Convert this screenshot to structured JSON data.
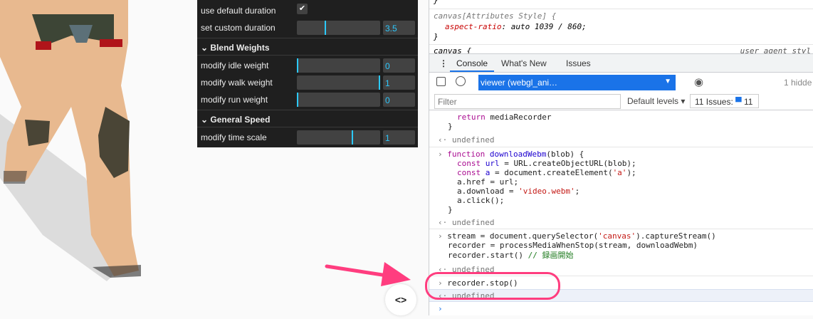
{
  "gui": {
    "rows": [
      {
        "label": "use default duration",
        "checked": true
      },
      {
        "label": "set custom duration",
        "value": "3.5",
        "fraction": 0.35
      }
    ],
    "groups": [
      {
        "title": "Blend Weights",
        "rows": [
          {
            "label": "modify idle weight",
            "value": "0",
            "fraction": 0
          },
          {
            "label": "modify walk weight",
            "value": "1",
            "fraction": 1
          },
          {
            "label": "modify run weight",
            "value": "0",
            "fraction": 0
          }
        ]
      },
      {
        "title": "General Speed",
        "rows": [
          {
            "label": "modify time scale",
            "value": "1",
            "fraction": 0.67
          }
        ]
      }
    ]
  },
  "styles": {
    "brace_close": "}",
    "selector1": "canvas[Attributes Style] {",
    "prop": "aspect-ratio",
    "propval": ": auto 1039 / 860;",
    "selector2": "canvas {",
    "ua": "user agent styl"
  },
  "devtools": {
    "tabs": [
      "Console",
      "What's New",
      "Issues"
    ],
    "context": "viewer (webgl_ani…",
    "hidden": "1 hidde",
    "filter_placeholder": "Filter",
    "levels": "Default levels ▾",
    "issues_label": "11 Issues:",
    "issues_count": "11",
    "colors": {
      "accent": "#1a73e8",
      "highlight": "#ff3d7f"
    }
  },
  "console": {
    "l1": "return",
    "l1b": " mediaRecorder",
    "brace": "}",
    "undefined": "undefined",
    "f_kw": "function",
    "f_name": " downloadWebm",
    "f_rest": "(blob) {",
    "c1_kw": "const",
    "c1_var": " url",
    "c1_rest": " = URL.createObjectURL(blob);",
    "c2_kw": "const",
    "c2_var": " a",
    "c2_rest": " = document.createElement(",
    "c2_str": "'a'",
    "c2_end": ");",
    "c3": "a.href = url;",
    "c4": "a.download = ",
    "c4_str": "'video.webm'",
    "c4_end": ";",
    "c5": "a.click();",
    "s1": "stream = document.querySelector(",
    "s1_str": "'canvas'",
    "s1_end": ").captureStream()",
    "s2": "recorder = processMediaWhenStop(stream, downloadWebm)",
    "s3": "recorder.start() ",
    "s3_cm": "// 録画開始",
    "stop": "recorder.stop()"
  },
  "viewer": {
    "toggle_icon": "<>"
  }
}
